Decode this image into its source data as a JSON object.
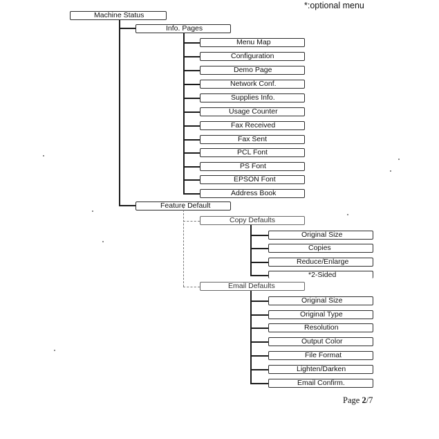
{
  "note": "*:optional menu",
  "root": "Machine Status",
  "info_pages": {
    "label": "Info. Pages",
    "items": [
      "Menu Map",
      "Configuration",
      "Demo Page",
      "Network Conf.",
      "Supplies Info.",
      "Usage Counter",
      "Fax Received",
      "Fax Sent",
      "PCL Font",
      "PS Font",
      "EPSON Font",
      "Address Book"
    ]
  },
  "feature_default": {
    "label": "Feature Default",
    "copy": {
      "label": "Copy Defaults",
      "items": [
        "Original Size",
        "Copies",
        "Reduce/Enlarge",
        "*2-Sided"
      ]
    },
    "email": {
      "label": "Email Defaults",
      "items": [
        "Original Size",
        "Original Type",
        "Resolution",
        "Output Color",
        "File Format",
        "Lighten/Darken",
        "Email Confirm."
      ]
    }
  },
  "page": {
    "prefix": "Page",
    "current": "2",
    "separator": "/",
    "total": "7"
  }
}
